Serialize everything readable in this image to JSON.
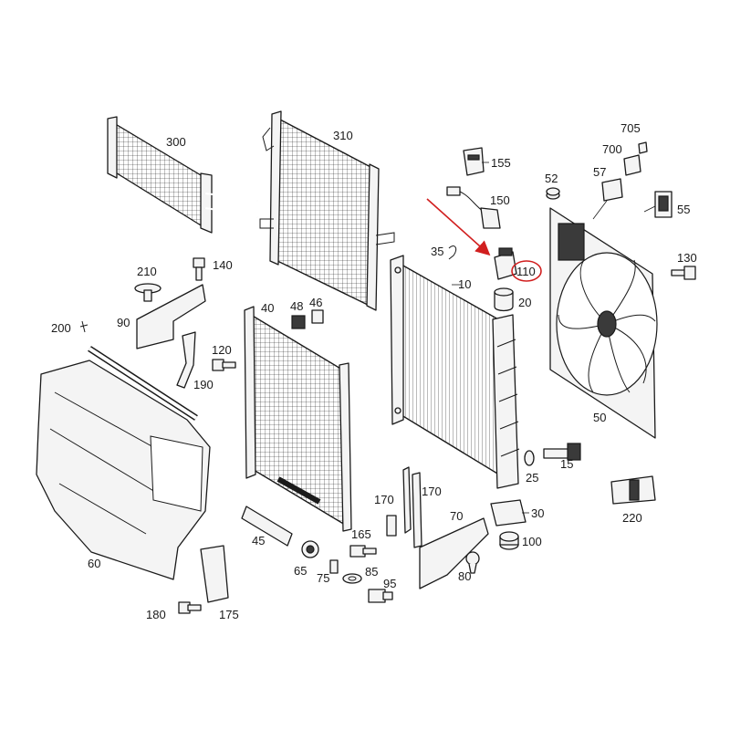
{
  "callouts": {
    "c10": "10",
    "c15": "15",
    "c20": "20",
    "c25": "25",
    "c30": "30",
    "c35": "35",
    "c40": "40",
    "c45": "45",
    "c46": "46",
    "c48": "48",
    "c50": "50",
    "c52": "52",
    "c55": "55",
    "c57": "57",
    "c60": "60",
    "c65": "65",
    "c70": "70",
    "c75": "75",
    "c80": "80",
    "c85": "85",
    "c90": "90",
    "c95": "95",
    "c100": "100",
    "c110": "110",
    "c120": "120",
    "c130": "130",
    "c140": "140",
    "c150": "150",
    "c155": "155",
    "c165": "165",
    "c170a": "170",
    "c170b": "170",
    "c175": "175",
    "c180": "180",
    "c190": "190",
    "c200": "200",
    "c210": "210",
    "c220": "220",
    "c300": "300",
    "c310": "310",
    "c700": "700",
    "c705": "705"
  },
  "highlight": {
    "color": "#d11f1f",
    "callout": "110"
  }
}
